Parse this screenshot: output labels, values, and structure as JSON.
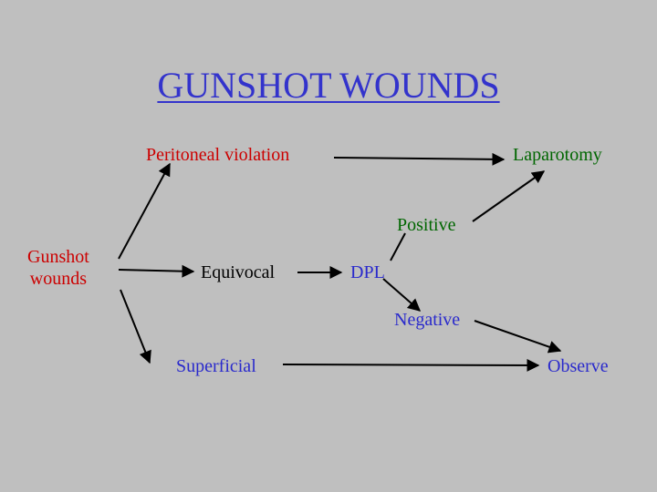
{
  "title": "GUNSHOT WOUNDS",
  "nodes": {
    "gunshot_line1": "Gunshot",
    "gunshot_line2": "wounds",
    "peritoneal": "Peritoneal violation",
    "laparotomy": "Laparotomy",
    "positive": "Positive",
    "equivocal": "Equivocal",
    "dpl": "DPL",
    "negative": "Negative",
    "superficial": "Superficial",
    "observe": "Observe"
  },
  "colors": {
    "background": "#bfbfbf",
    "title": "#3333cc",
    "red": "#cc0000",
    "green": "#006600",
    "blue": "#2a2acc",
    "arrow": "#000000"
  }
}
